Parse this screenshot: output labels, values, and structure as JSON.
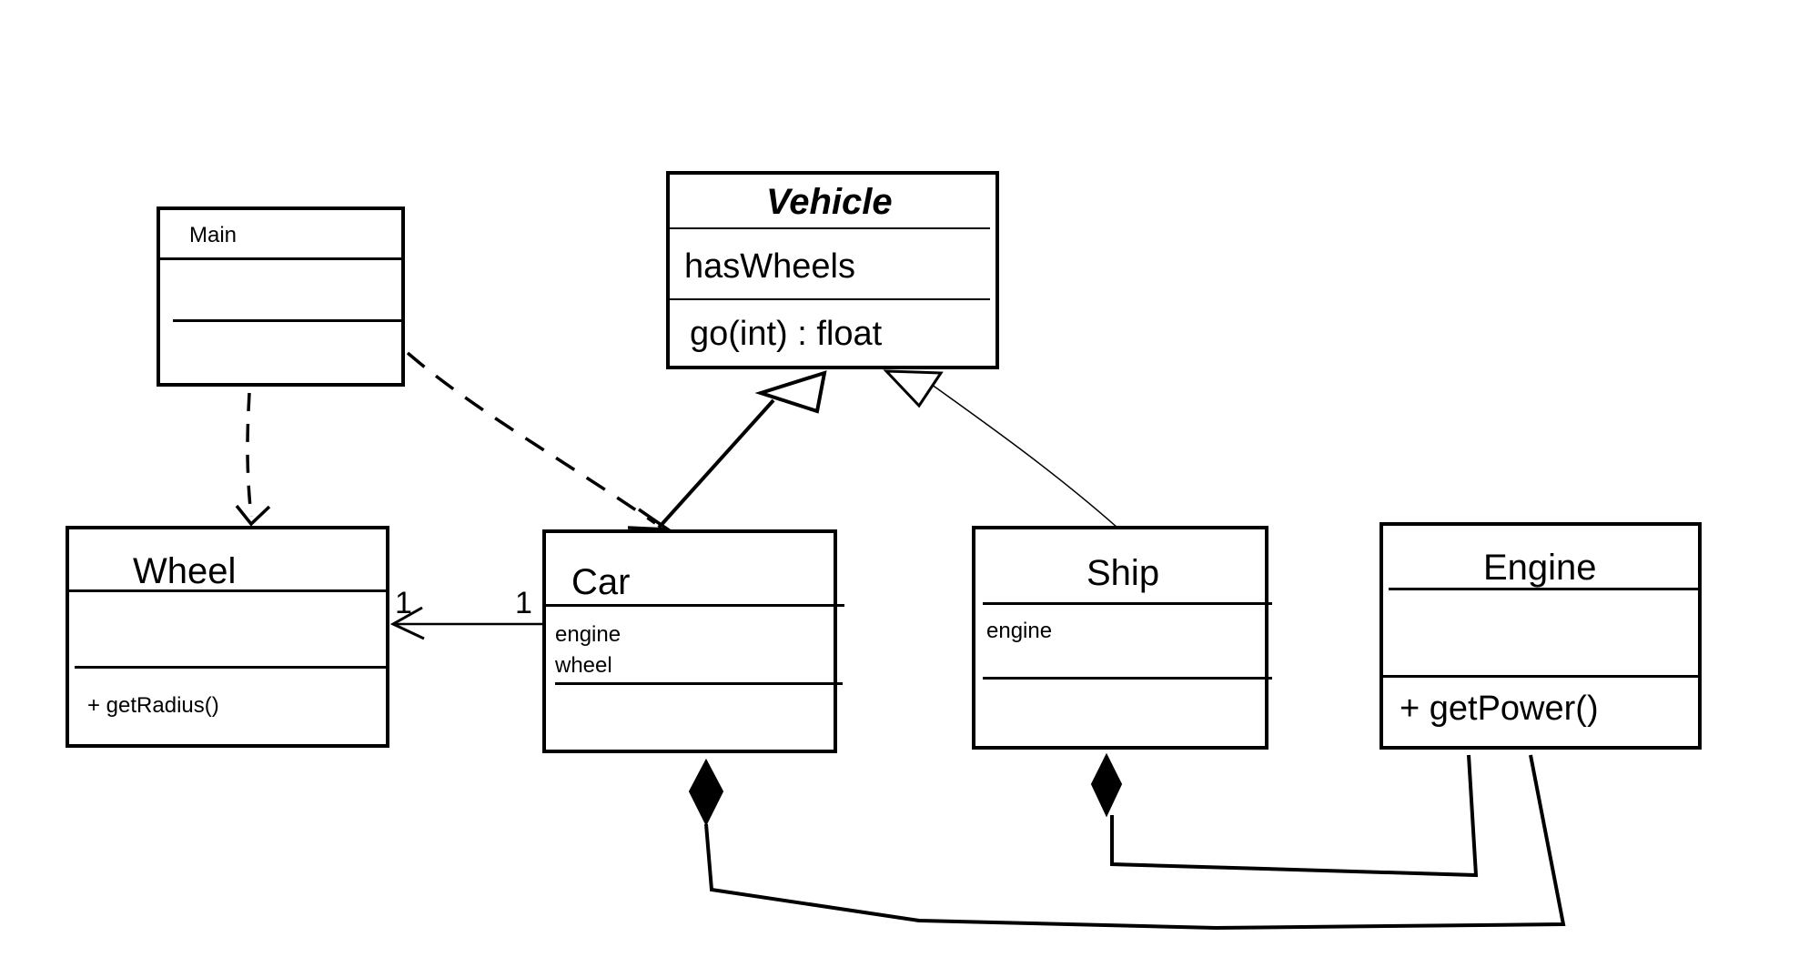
{
  "classes": {
    "main": {
      "name": "Main"
    },
    "vehicle": {
      "name": "Vehicle",
      "attribute": "hasWheels",
      "method": "go(int) : float"
    },
    "wheel": {
      "name": "Wheel",
      "method": "+ getRadius()"
    },
    "car": {
      "name": "Car",
      "attribute_1": "engine",
      "attribute_2": "wheel"
    },
    "ship": {
      "name": "Ship",
      "attribute": "engine"
    },
    "engine": {
      "name": "Engine",
      "method": "+ getPower()"
    }
  },
  "associations": {
    "car_wheel": {
      "source_multiplicity": "1",
      "target_multiplicity": "1"
    }
  },
  "relationships": [
    {
      "type": "dependency",
      "from": "Main",
      "to": "Wheel"
    },
    {
      "type": "dependency",
      "from": "Main",
      "to": "Car"
    },
    {
      "type": "generalization",
      "from": "Car",
      "to": "Vehicle"
    },
    {
      "type": "generalization",
      "from": "Ship",
      "to": "Vehicle"
    },
    {
      "type": "association",
      "from": "Car",
      "to": "Wheel"
    },
    {
      "type": "composition",
      "whole": "Car",
      "part": "Engine"
    },
    {
      "type": "composition",
      "whole": "Ship",
      "part": "Engine"
    }
  ]
}
